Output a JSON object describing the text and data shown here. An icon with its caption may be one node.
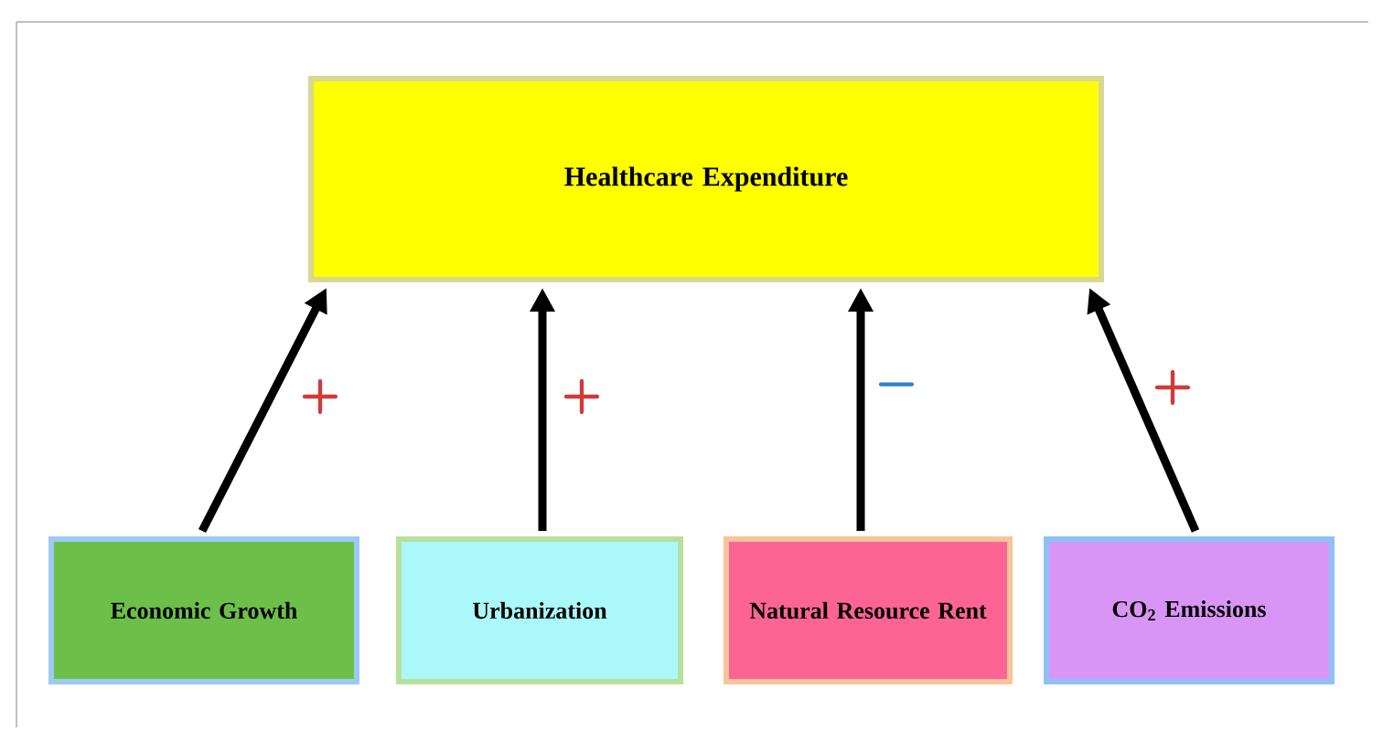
{
  "diagram": {
    "nodes": [
      {
        "text": [
          "Healthcare Expenditure"
        ]
      },
      {
        "text": [
          "Economic Growth"
        ]
      },
      {
        "text": [
          "Urbanization"
        ]
      },
      {
        "text": [
          "Natural Resource Rent"
        ]
      },
      {
        "text": [
          "CO$_{2}$ Emissions"
        ]
      }
    ],
    "edges": [
      {
        "from": 1,
        "to": 0,
        "arrow": "to",
        "label": "+"
      },
      {
        "from": 2,
        "to": 0,
        "arrow": "to",
        "label": "+"
      },
      {
        "from": 3,
        "to": 0,
        "arrow": "to",
        "label": "−"
      },
      {
        "from": 4,
        "to": 0,
        "arrow": "to",
        "label": "+"
      }
    ]
  }
}
